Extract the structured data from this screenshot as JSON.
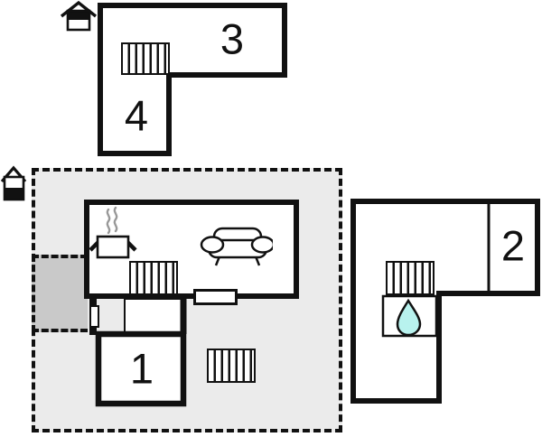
{
  "floorplan": {
    "rooms": [
      {
        "id": "room-1",
        "label": "1"
      },
      {
        "id": "room-2",
        "label": "2"
      },
      {
        "id": "room-3",
        "label": "3"
      },
      {
        "id": "room-4",
        "label": "4"
      }
    ],
    "icons": [
      "entrance-house-icon-top",
      "entrance-house-icon-left",
      "stove-pot-icon",
      "steam-icon",
      "sofa-icon",
      "water-drop-icon",
      "radiator-icon",
      "window-icon",
      "door-icon"
    ],
    "colors": {
      "wall": "#111111",
      "room_fill": "#ffffff",
      "terrace_fill": "#ebebeb",
      "patio_fill": "#c9c9c9",
      "water_drop_fill": "#b8f2ee",
      "steam_gray": "#999999"
    }
  }
}
